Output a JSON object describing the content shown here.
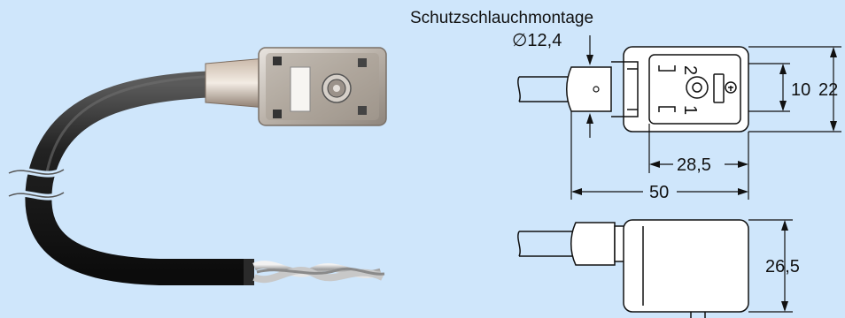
{
  "title": "Schutzschlauchmontage",
  "dimensions": {
    "diameter": "∅12,4",
    "width_inner": "28,5",
    "width_total": "50",
    "height_inner": "10",
    "height_total": "22",
    "side_height": "26,5"
  },
  "pins": {
    "pin2": "2",
    "pin1": "1"
  },
  "colors": {
    "background": "#cfe6fb",
    "cable": "#1b1b1b",
    "drawing_line": "#111111"
  }
}
